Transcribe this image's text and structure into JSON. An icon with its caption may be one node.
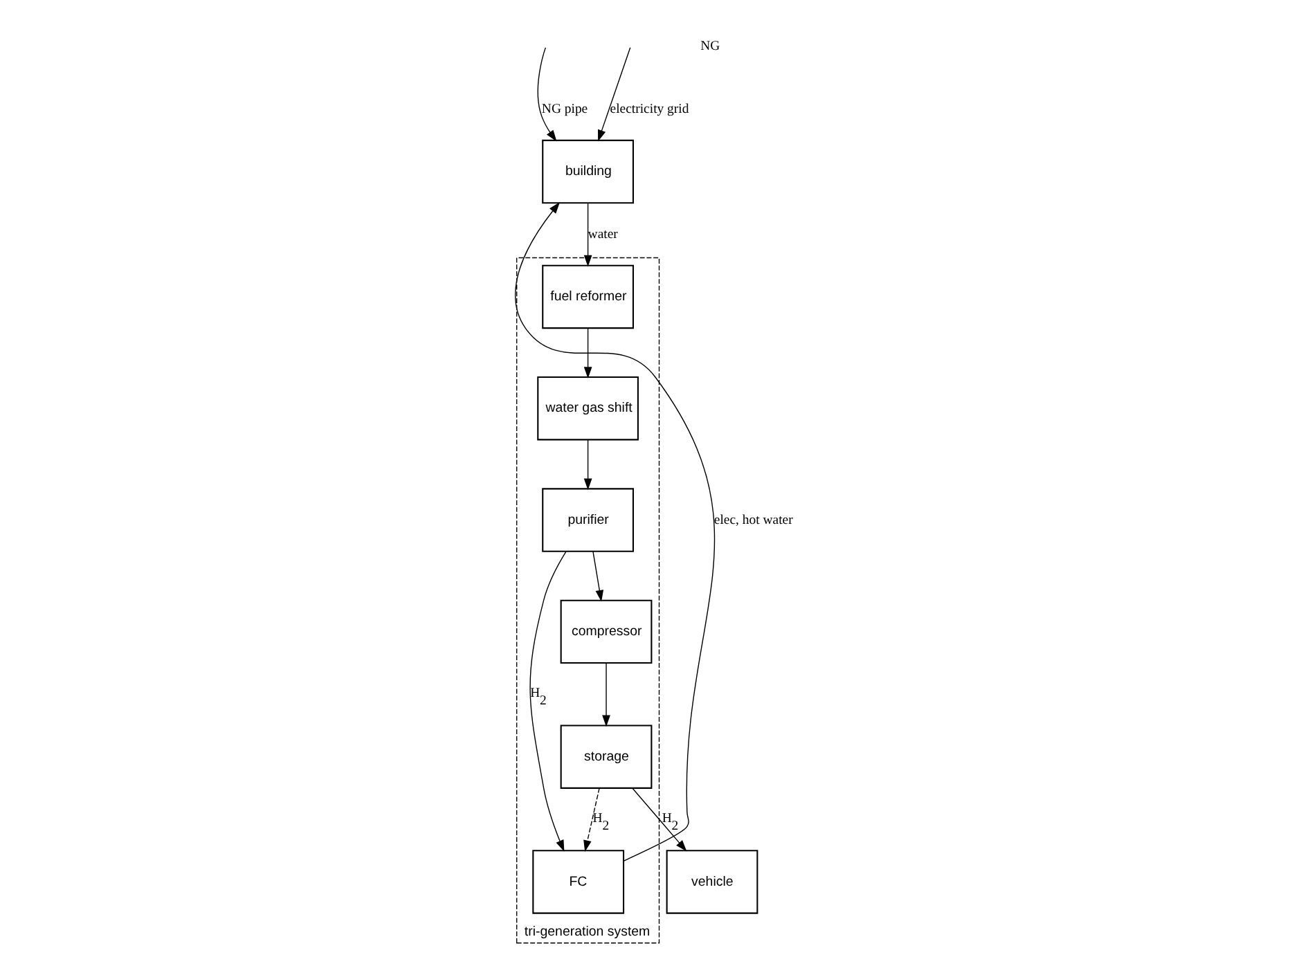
{
  "diagram": {
    "nodes": [
      {
        "text": [
          "tri-generation system"
        ]
      },
      {
        "text": [
          "building"
        ]
      },
      {
        "text": [
          "fuel reformer"
        ],
        "in": 0
      },
      {
        "text": [
          "water gas shift"
        ],
        "in": 0
      },
      {
        "text": [
          "purifier"
        ],
        "in": 0
      },
      {
        "text": [
          "FC"
        ],
        "in": 0
      },
      {
        "text": [
          "compressor"
        ],
        "in": 0
      },
      {
        "text": [
          "storage"
        ],
        "in": 0
      },
      {
        "text": [
          "vehicle"
        ]
      }
    ],
    "edges": [
      {
        "from": null,
        "to": 1,
        "arrow": "to",
        "label": "NG pipe"
      },
      {
        "from": null,
        "to": 1,
        "arrow": "to",
        "label": "electricity grid"
      },
      {
        "from": 1,
        "to": 2,
        "arrow": "to",
        "label": "water"
      },
      {
        "from": 2,
        "to": 3,
        "arrow": "to"
      },
      {
        "from": 3,
        "to": 4,
        "arrow": "to"
      },
      {
        "from": 4,
        "to": 5,
        "arrow": "to",
        "label": "H$_{2}$"
      },
      {
        "from": 4,
        "to": 6,
        "arrow": "to"
      },
      {
        "from": 6,
        "to": 7,
        "arrow": "to"
      },
      {
        "from": 7,
        "to": 5,
        "arrow": "to",
        "label": "H$_{2}$",
        "style": "dashed"
      },
      {
        "from": 7,
        "to": 8,
        "arrow": "to",
        "label": "H$_{2}$"
      },
      {
        "from": 5,
        "to": 1,
        "arrow": "to",
        "label": "elec, hot water"
      }
    ],
    "labels": [
      "NG"
    ]
  }
}
